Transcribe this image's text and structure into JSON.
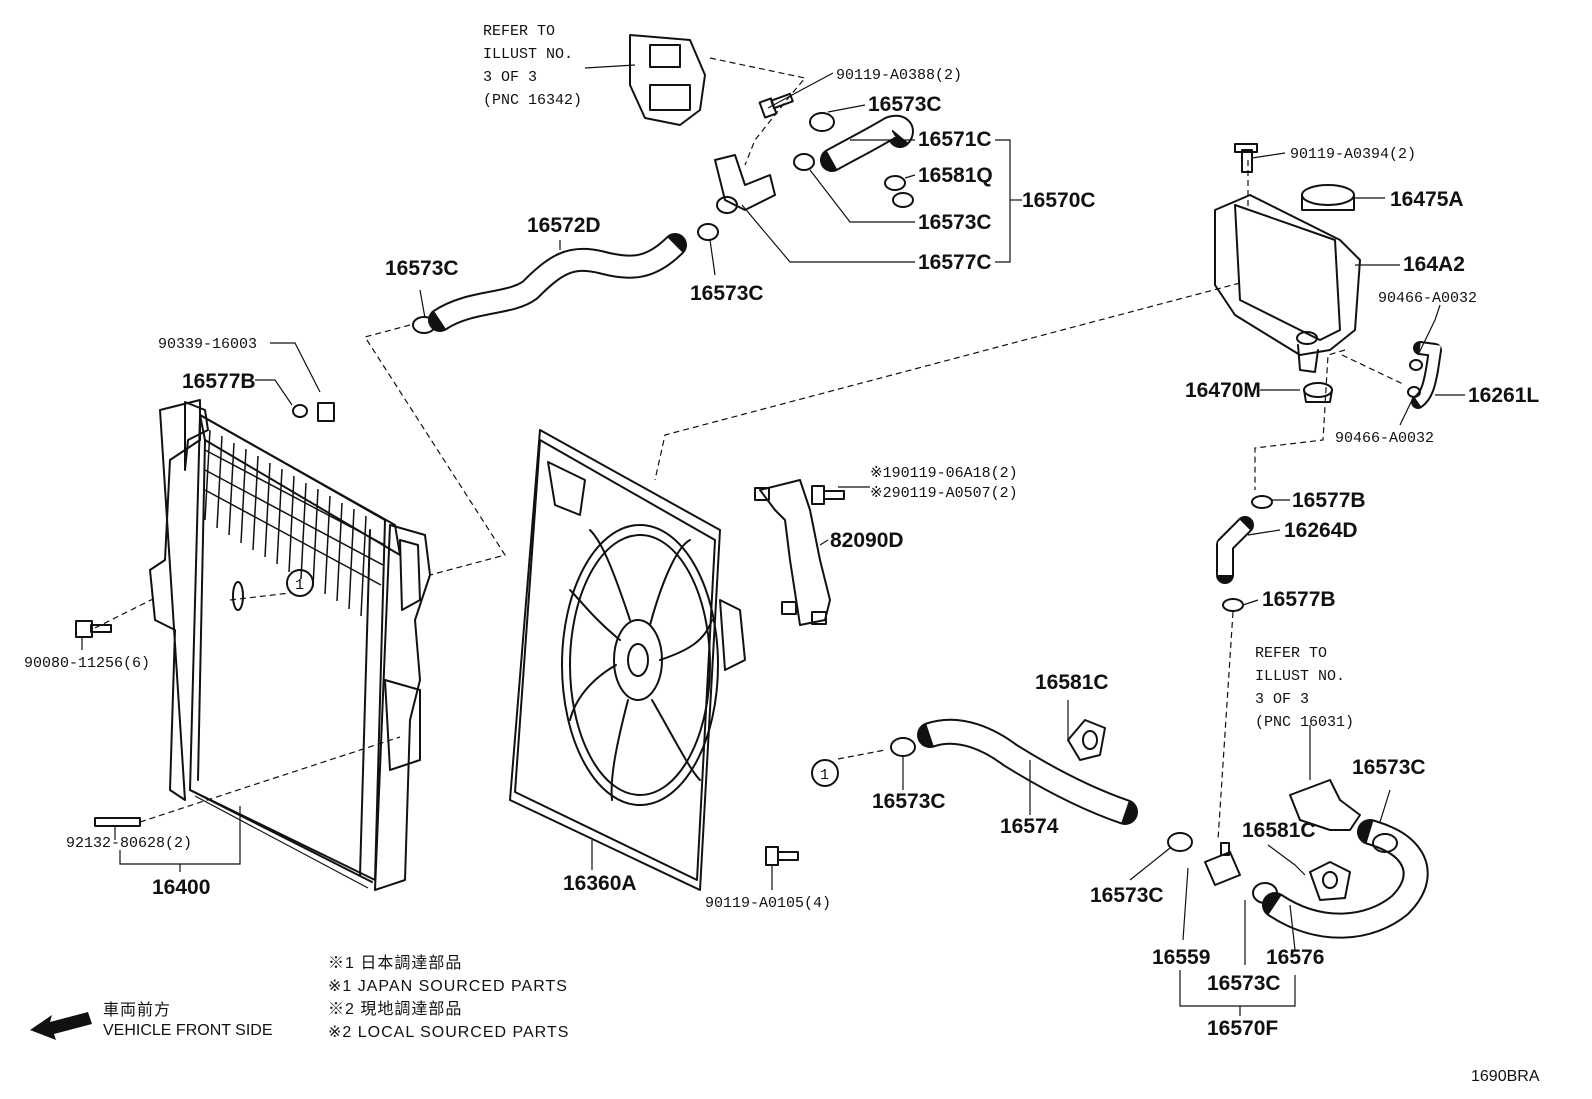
{
  "refs": {
    "top": [
      "REFER TO",
      "ILLUST NO.",
      "3 OF 3",
      "(PNC 16342)"
    ],
    "right": [
      "REFER TO",
      "ILLUST NO.",
      "3 OF 3",
      "(PNC 16031)"
    ]
  },
  "parts": {
    "p90119_A0388": "90119-A0388(2)",
    "p16573C_a": "16573C",
    "p16571C": "16571C",
    "p16581Q": "16581Q",
    "p16573C_b": "16573C",
    "p16577C": "16577C",
    "p16570C": "16570C",
    "p16572D": "16572D",
    "p16573C_c": "16573C",
    "p16573C_d": "16573C",
    "p90339_16003": "90339-16003",
    "p16577B_a": "16577B",
    "p90080_11256": "90080-11256(6)",
    "p92132_80628": "92132-80628(2)",
    "p16400": "16400",
    "p16360A": "16360A",
    "p90119_06A18": "※190119-06A18(2)",
    "p90119_A0507": "※290119-A0507(2)",
    "p82090D": "82090D",
    "p90119_A0105": "90119-A0105(4)",
    "p90119_A0394": "90119-A0394(2)",
    "p16475A": "16475A",
    "p164A2": "164A2",
    "p90466_A0032_a": "90466-A0032",
    "p16261L": "16261L",
    "p90466_A0032_b": "90466-A0032",
    "p16470M": "16470M",
    "p16577B_b": "16577B",
    "p16264D": "16264D",
    "p16577B_c": "16577B",
    "p16581C_a": "16581C",
    "p16573C_e": "16573C",
    "p16574": "16574",
    "p16573C_f": "16573C",
    "p16559": "16559",
    "p16573C_g": "16573C",
    "p16570F": "16570F",
    "p16581C_b": "16581C",
    "p16573C_h": "16573C",
    "p16576": "16576"
  },
  "callouts": [
    "1",
    "1"
  ],
  "notes": [
    "※1 日本調達部品",
    "※1 JAPAN SOURCED PARTS",
    "※2 現地調達部品",
    "※2 LOCAL SOURCED PARTS"
  ],
  "front": {
    "jp": "車両前方",
    "en": "VEHICLE FRONT SIDE"
  },
  "code": "1690BRA"
}
